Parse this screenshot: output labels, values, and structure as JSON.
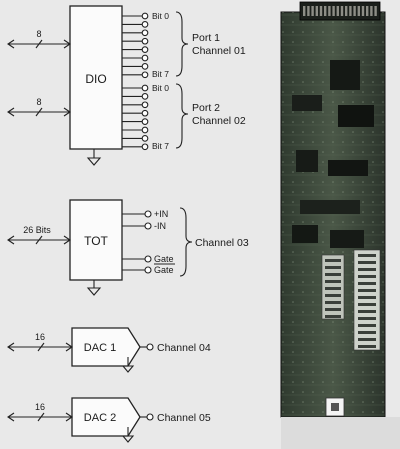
{
  "dio": {
    "label": "DIO",
    "bus_width": "8",
    "port1": {
      "bit_start": "Bit 0",
      "bit_end": "Bit 7",
      "name": "Port 1",
      "channel": "Channel 01"
    },
    "port2": {
      "bit_start": "Bit 0",
      "bit_end": "Bit 7",
      "name": "Port 2",
      "channel": "Channel 02"
    }
  },
  "tot": {
    "label": "TOT",
    "bus_width": "26 Bits",
    "pins": [
      "+IN",
      "-IN",
      "Gate",
      "Gate"
    ],
    "channel": "Channel 03"
  },
  "dac1": {
    "label": "DAC 1",
    "bus_width": "16",
    "channel": "Channel 04"
  },
  "dac2": {
    "label": "DAC 2",
    "bus_width": "16",
    "channel": "Channel 05"
  },
  "colors": {
    "background": "#e9e9e9",
    "line": "#222222",
    "pcb_green": "#3d4a3c",
    "pcb_dark": "#1e241e"
  }
}
